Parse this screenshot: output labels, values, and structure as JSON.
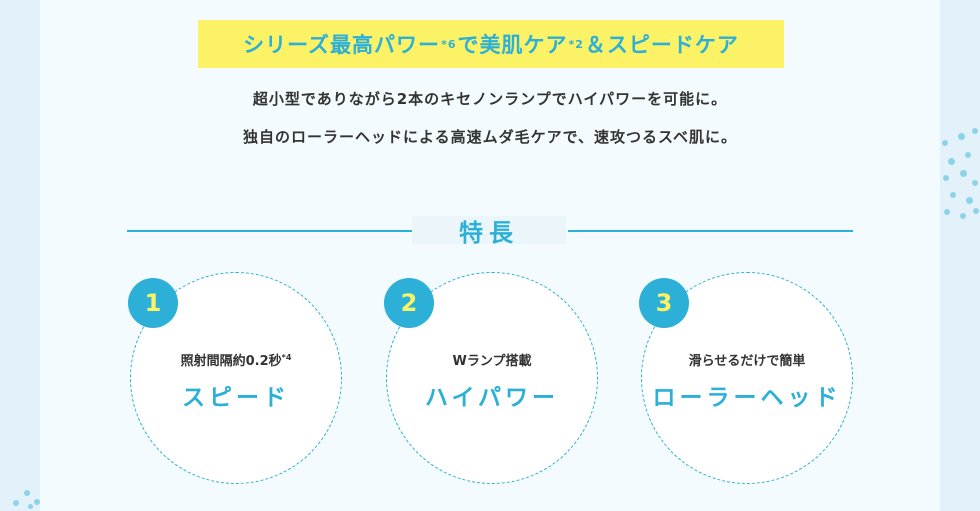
{
  "banner": {
    "part1": "シリーズ最高パワー",
    "sup1": "*6",
    "part2": "で美肌ケア",
    "sup2": "*2",
    "part3": "＆スピードケア"
  },
  "description": {
    "line1": "超小型でありながら2本のキセノンランプでハイパワーを可能に。",
    "line2": "独自のローラーヘッドによる高速ムダ毛ケアで、速攻つるスベ肌に。"
  },
  "features_heading": "特長",
  "features": [
    {
      "number": "1",
      "subtitle": "照射間隔約0.2秒",
      "subtitle_sup": "*4",
      "title": "スピード"
    },
    {
      "number": "2",
      "subtitle": "Wランプ搭載",
      "subtitle_sup": "",
      "title": "ハイパワー"
    },
    {
      "number": "3",
      "subtitle": "滑らせるだけで簡単",
      "subtitle_sup": "",
      "title": "ローラーヘッド"
    }
  ],
  "colors": {
    "accent": "#2cb0d8",
    "highlight": "#fbf265",
    "background": "#e3f2fa",
    "text": "#333333"
  }
}
